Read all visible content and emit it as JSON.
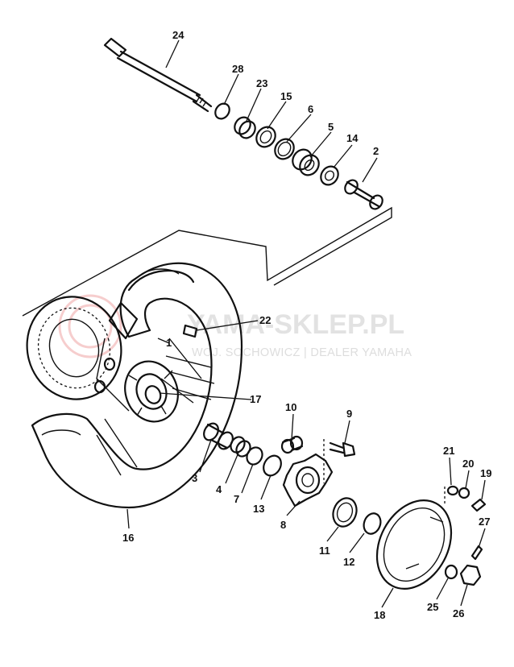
{
  "watermark": {
    "title": "YAMA-SKLEP.PL",
    "subtitle": "WOJ. SOCHOWICZ | DEALER YAMAHA",
    "logo": "tuning-fork-logo",
    "logo_color": "#f2b8b8"
  },
  "parts": {
    "p1": "1",
    "p2": "2",
    "p3": "3",
    "p4": "4",
    "p5": "5",
    "p6": "6",
    "p7": "7",
    "p8": "8",
    "p9": "9",
    "p10": "10",
    "p11": "11",
    "p12": "12",
    "p13": "13",
    "p14": "14",
    "p15": "15",
    "p16": "16",
    "p17": "17",
    "p18": "18",
    "p19": "19",
    "p20": "20",
    "p21": "21",
    "p22": "22",
    "p23": "23",
    "p24": "24",
    "p25": "25",
    "p26": "26",
    "p27": "27",
    "p28": "28"
  }
}
